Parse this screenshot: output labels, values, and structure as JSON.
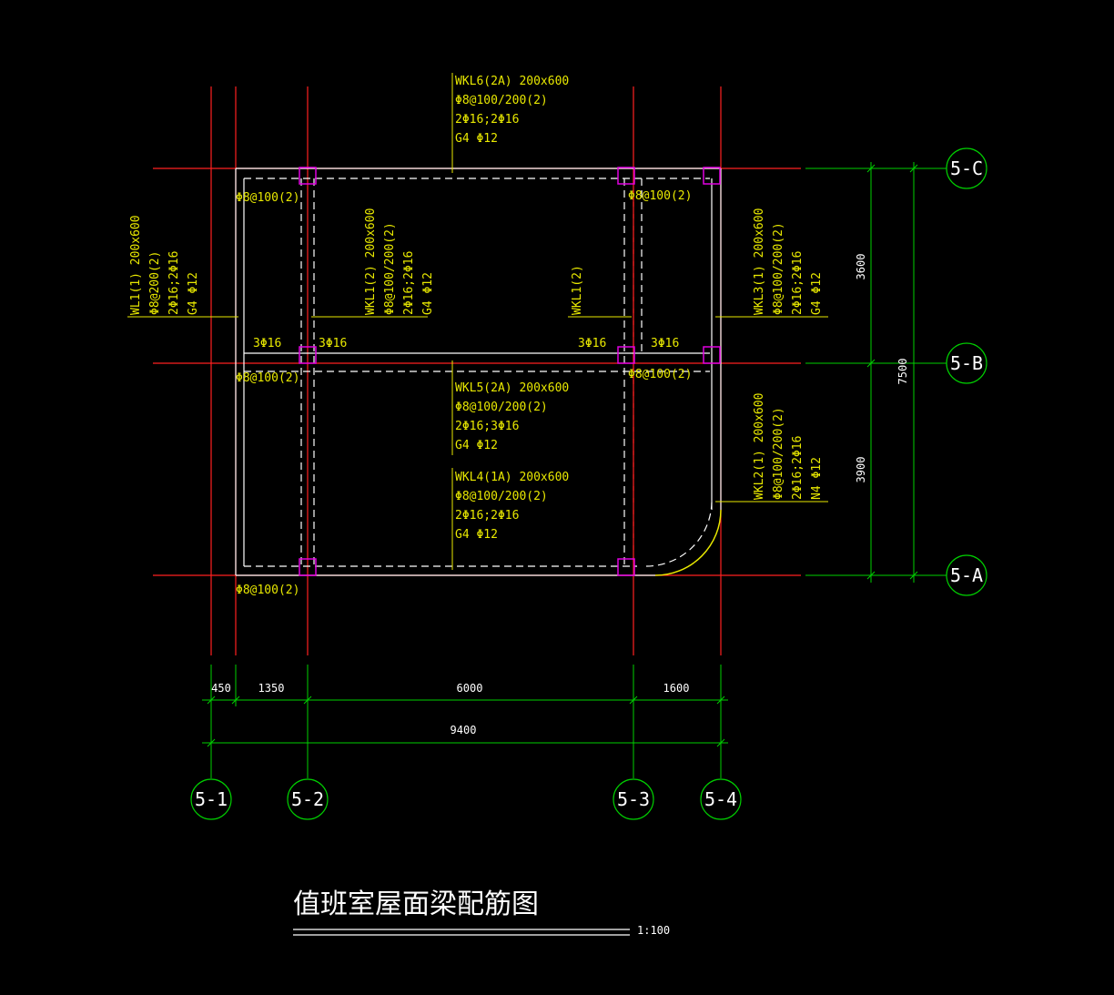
{
  "drawing": {
    "title": "值班室屋面梁配筋图",
    "scale": "1:100"
  },
  "axes": {
    "vertical": [
      "5-1",
      "5-2",
      "5-3",
      "5-4"
    ],
    "horizontal": [
      "5-C",
      "5-B",
      "5-A"
    ]
  },
  "dimensions": {
    "bottom_segments": [
      "450",
      "1350",
      "6000",
      "1600"
    ],
    "bottom_total": "9400",
    "right_segments": [
      "3600",
      "3900"
    ],
    "right_total": "7500"
  },
  "beams": {
    "wkl6": [
      "WKL6(2A) 200x600",
      "Φ8@100/200(2)",
      "2Φ16;2Φ16",
      "G4 Φ12"
    ],
    "wkl5": [
      "WKL5(2A) 200x600",
      "Φ8@100/200(2)",
      "2Φ16;3Φ16",
      "G4 Φ12"
    ],
    "wkl4": [
      "WKL4(1A) 200x600",
      "Φ8@100/200(2)",
      "2Φ16;2Φ16",
      "G4 Φ12"
    ],
    "wl1": [
      "WL1(1) 200x600",
      "Φ8@200(2)",
      "2Φ16;2Φ16",
      "G4 Φ12"
    ],
    "wkl1": [
      "WKL1(2) 200x600",
      "Φ8@100/200(2)",
      "2Φ16;2Φ16",
      "G4 Φ12"
    ],
    "wkl1_ref": "WKL1(2)",
    "wkl3": [
      "WKL3(1) 200x600",
      "Φ8@100/200(2)",
      "2Φ16;2Φ16",
      "G4 Φ12"
    ],
    "wkl2": [
      "WKL2(1) 200x600",
      "Φ8@100/200(2)",
      "2Φ16;2Φ16",
      "N4 Φ12"
    ]
  },
  "annotations": {
    "stirrup_tl": "Φ8@100(2)",
    "stirrup_tr": "Φ8@100(2)",
    "stirrup_ml": "Φ8@100(2)",
    "stirrup_mr": "Φ8@100(2)",
    "stirrup_bl": "Φ8@100(2)",
    "top_bar_1": "3Φ16",
    "top_bar_2": "3Φ16",
    "top_bar_3": "3Φ16",
    "top_bar_4": "3Φ16"
  },
  "colors": {
    "axis_line": "#ff2020",
    "dimension": "#00d000",
    "beam": "#ffffff",
    "column": "#e000e0",
    "text": "#e8e800"
  }
}
